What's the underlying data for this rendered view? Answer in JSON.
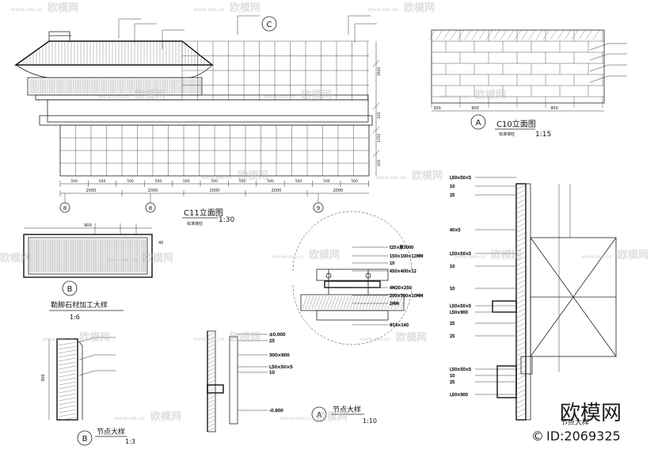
{
  "drawings": {
    "c11": {
      "title": "C11立面图",
      "scale": "1:30",
      "sub": "标准墙柱",
      "bubble": "C",
      "spans": [
        "2000",
        "2000",
        "2000",
        "2000",
        "2000"
      ],
      "subspans": [
        "500",
        "500",
        "500",
        "500",
        "500",
        "500",
        "500",
        "500",
        "500",
        "500",
        "500"
      ],
      "heights": [
        "2640",
        "120",
        "1350",
        "400"
      ],
      "axes": [
        "8",
        "8",
        "9"
      ]
    },
    "c10": {
      "title": "C10立面图",
      "scale": "1:15",
      "sub": "标准墙柱",
      "bubble": "A",
      "dims": [
        "300",
        "900",
        "900"
      ]
    },
    "b_stone": {
      "title": "勒脚石材加工大样",
      "scale": "1:6",
      "bubble": "B",
      "dim_top": "900",
      "dim_side": "40"
    },
    "b_node": {
      "title": "节点大样",
      "scale": "1:3",
      "bubble": "B",
      "dim": "300"
    },
    "a_node": {
      "title": "节点大样",
      "scale": "1:10",
      "bubble": "A",
      "labels": [
        "±0.000",
        "25",
        "300×900",
        "L50×50×5",
        "10",
        "-0.900"
      ]
    },
    "mid_detail": {
      "labels": [
        "t25×厚3000",
        "150×100×12MM",
        "10",
        "450×400×12",
        "4M20×250",
        "200×300×10MM",
        "2MM",
        "Φ16×140"
      ]
    },
    "right_section": {
      "title": "节点大样",
      "labels": [
        "L50×50×5",
        "10",
        "25",
        "40×5",
        "L50×50×5",
        "10",
        "10",
        "L50×50×5",
        "L50×900",
        "25",
        "25",
        "L50×50×5",
        "10",
        "25",
        "L50×900"
      ]
    }
  },
  "watermark": {
    "brand": "欧模网",
    "site": "www.om.cn",
    "id": "ID:2069325",
    "copyright": "©"
  },
  "colors": {
    "line": "#222222",
    "watermark": "#b9b9b9",
    "paper": "#ffffff"
  }
}
